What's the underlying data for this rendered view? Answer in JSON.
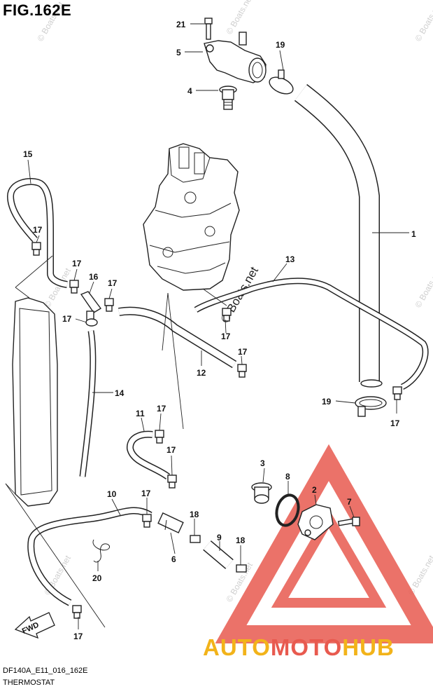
{
  "figure": {
    "title": "FIG.162E",
    "code": "DF140A_E11_016_162E",
    "caption": "THERMOSTAT"
  },
  "watermark": {
    "text": "© Boats.net",
    "color": "#cfcfcf"
  },
  "brand": {
    "part1": "AUTO",
    "part2": "MOTO",
    "part3": "HUB",
    "colors": {
      "primary": "#f2b31a",
      "accent": "#e85a4f"
    }
  },
  "fwd_arrow": {
    "label": "FWD"
  },
  "callouts": {
    "c21": "21",
    "c5": "5",
    "c19a": "19",
    "c4": "4",
    "c15": "15",
    "c1": "1",
    "c13": "13",
    "c17a": "17",
    "c17b": "17",
    "c16": "16",
    "c17c": "17",
    "c17d": "17",
    "c17e": "17",
    "c17f": "17",
    "c12": "12",
    "c14": "14",
    "c19b": "19",
    "c17g": "17",
    "c11": "11",
    "c17h": "17",
    "c17i": "17",
    "c3": "3",
    "c8": "8",
    "c2": "2",
    "c7": "7",
    "c10": "10",
    "c17j": "17",
    "c18a": "18",
    "c9": "9",
    "c18b": "18",
    "c6": "6",
    "c20": "20",
    "c17k": "17"
  }
}
